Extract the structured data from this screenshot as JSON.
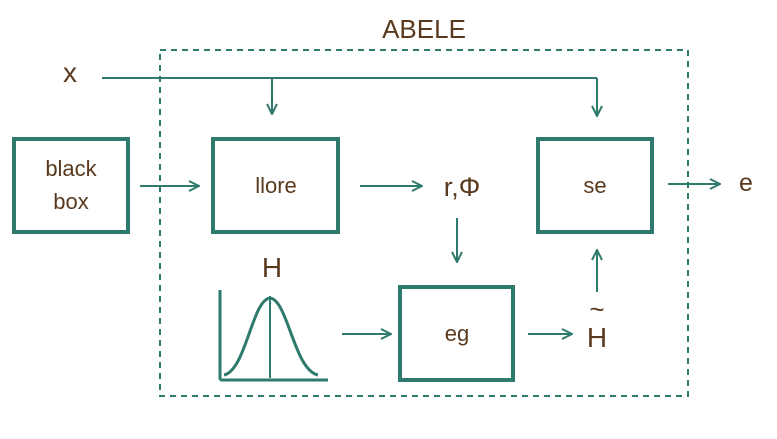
{
  "title": "ABELE",
  "input_label": "x",
  "output_label": "e",
  "blocks": {
    "black_box": [
      "black",
      "box"
    ],
    "llore": "llore",
    "se": "se",
    "eg": "eg"
  },
  "intermediate_label": "r,Φ",
  "distribution_label": "H",
  "distribution_tilde_label": "H",
  "tilde": "~",
  "colors": {
    "stroke": "#2e7a6c",
    "text": "#5a3a1e"
  }
}
